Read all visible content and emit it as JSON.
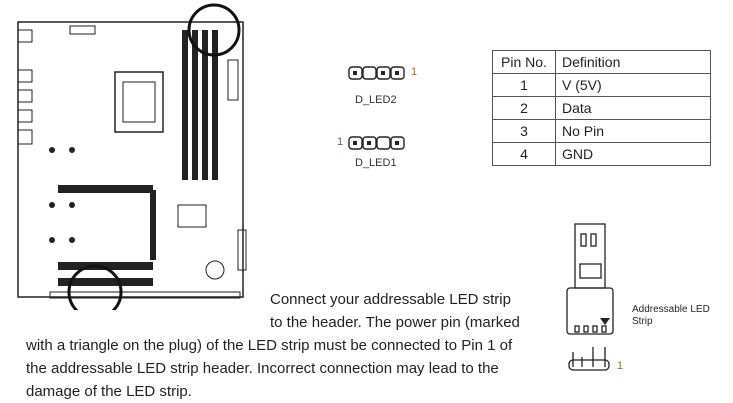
{
  "headers": {
    "d_led2": "D_LED2",
    "d_led1": "D_LED1",
    "pin1_marker": "1"
  },
  "table": {
    "columns": [
      "Pin No.",
      "Definition"
    ],
    "rows": [
      [
        "1",
        "V (5V)"
      ],
      [
        "2",
        "Data"
      ],
      [
        "3",
        "No Pin"
      ],
      [
        "4",
        "GND"
      ]
    ]
  },
  "strip": {
    "label_line1": "Addressable LED",
    "label_line2": "Strip",
    "pin1": "1"
  },
  "text": {
    "line1": "Connect your addressable LED strip",
    "line2": "to the header. The power pin (marked",
    "line3": "with a triangle on the plug) of the LED strip must be connected to Pin 1 of",
    "line4": "the addressable LED strip header. Incorrect connection may lead to the",
    "line5": "damage of the LED strip."
  }
}
